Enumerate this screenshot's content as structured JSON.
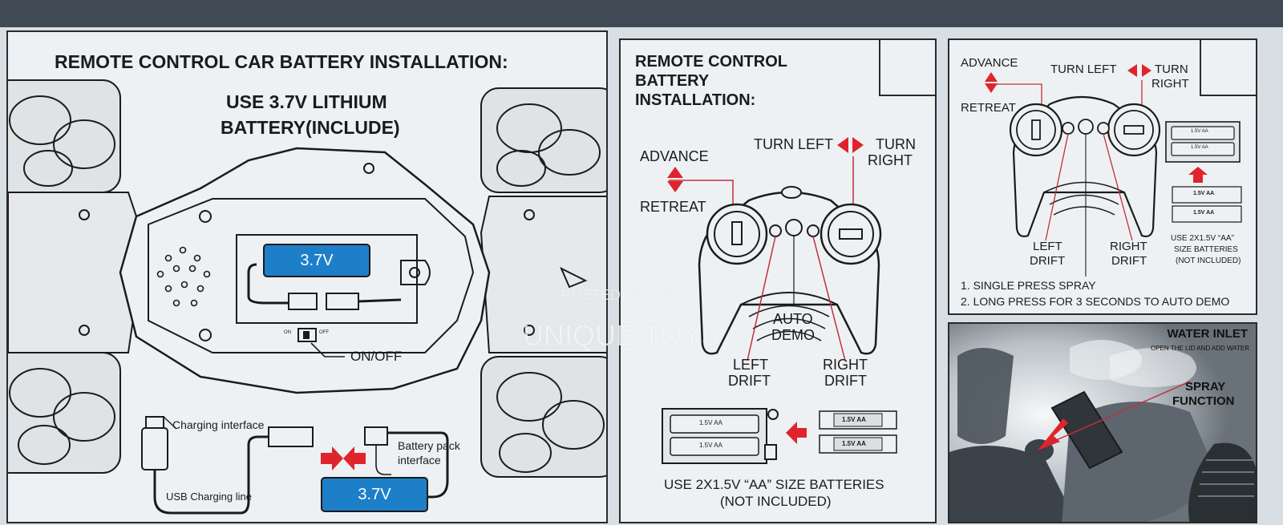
{
  "colors": {
    "accent_red": "#e0242b",
    "lcd_blue": "#1e7fc9",
    "panel_bg": "#eef1f3",
    "line": "#1b1b1b"
  },
  "icons": [
    "toy-car-illustration",
    "remote-controller-illustration",
    "battery-case-icon",
    "usb-plug-icon",
    "connector-plug-icon",
    "red-arrow-icon"
  ],
  "car_panel": {
    "title": "REMOTE CONTROL CAR BATTERY INSTALLATION:",
    "battery_line1": "USE 3.7V LITHIUM",
    "battery_line2": "BATTERY(INCLUDE)",
    "battery_label": "3.7V",
    "switch_on": "ON",
    "switch_off": "OFF",
    "on_off": "ON/OFF",
    "charging_interface": "Charging interface",
    "usb_line": "USB Charging line",
    "pack_interface_line1": "Battery pack",
    "pack_interface_line2": "interface",
    "pack_label": "3.7V"
  },
  "remote_panel": {
    "title_line1": "REMOTE CONTROL",
    "title_line2": "BATTERY",
    "title_line3": "INSTALLATION:",
    "advance": "ADVANCE",
    "retreat": "RETREAT",
    "turn_left": "TURN LEFT",
    "turn_right_line1": "TURN",
    "turn_right_line2": "RIGHT",
    "auto_line1": "AUTO",
    "auto_line2": "DEMO",
    "left_drift_line1": "LEFT",
    "left_drift_line2": "DRIFT",
    "right_drift_line1": "RIGHT",
    "right_drift_line2": "DRIFT",
    "cell_label": "1.5V AA",
    "batteries_line1": "USE 2X1.5V “AA” SIZE BATTERIES",
    "batteries_line2": "(NOT INCLUDED)"
  },
  "spray_panel": {
    "advance": "ADVANCE",
    "retreat": "RETREAT",
    "turn_left": "TURN LEFT",
    "turn_right_line1": "TURN",
    "turn_right_line2": "RIGHT",
    "left_drift_line1": "LEFT",
    "left_drift_line2": "DRIFT",
    "right_drift_line1": "RIGHT",
    "right_drift_line2": "DRIFT",
    "cell_label": "1.5V AA",
    "batteries_line1": "USE 2X1.5V “AA”",
    "batteries_line2": "SIZE BATTERIES",
    "batteries_line3": "(NOT INCLUDED)",
    "note1": "1. SINGLE PRESS SPRAY",
    "note2": "2. LONG PRESS FOR 3 SECONDS TO AUTO DEMO"
  },
  "water_panel": {
    "title": "WATER INLET",
    "subtitle": "OPEN THE LID AND ADD WATER",
    "spray_line1": "SPRAY",
    "spray_line2": "FUNCTION"
  },
  "watermark": {
    "posted": "POSTED ON JIJI",
    "shop": "UNIQUE TOYS"
  }
}
